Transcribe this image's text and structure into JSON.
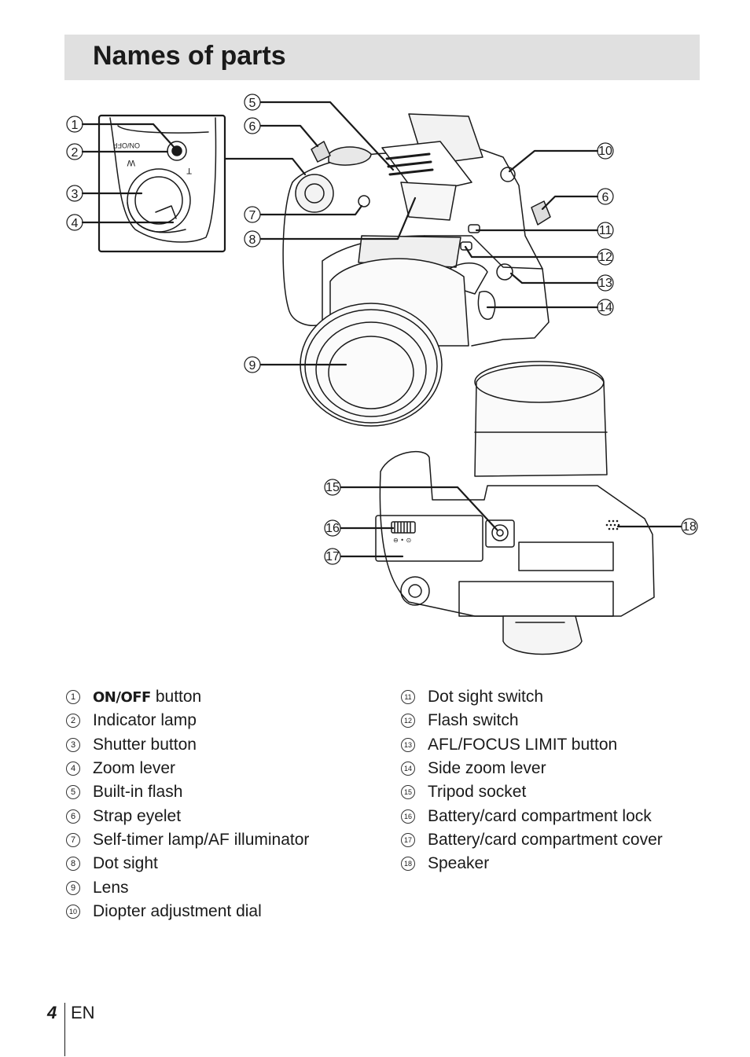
{
  "page": {
    "title": "Names of parts",
    "page_number": "4",
    "language": "EN"
  },
  "figure": {
    "callouts": [
      "1",
      "2",
      "3",
      "4",
      "5",
      "6",
      "7",
      "8",
      "9",
      "10",
      "6",
      "11",
      "12",
      "13",
      "14",
      "15",
      "16",
      "17",
      "18"
    ],
    "inset_text": {
      "onoff": "ON/OFF",
      "wide": "W",
      "tele": "T"
    },
    "lock_symbols": "⊖ • ⊙"
  },
  "legend": {
    "left": [
      {
        "num": "1",
        "prefix": "ON/OFF",
        "label": "button"
      },
      {
        "num": "2",
        "label": "Indicator lamp"
      },
      {
        "num": "3",
        "label": "Shutter button"
      },
      {
        "num": "4",
        "label": "Zoom lever"
      },
      {
        "num": "5",
        "label": "Built-in flash"
      },
      {
        "num": "6",
        "label": "Strap eyelet"
      },
      {
        "num": "7",
        "label": "Self-timer lamp/AF illuminator"
      },
      {
        "num": "8",
        "label": "Dot sight"
      },
      {
        "num": "9",
        "label": "Lens"
      },
      {
        "num": "10",
        "label": "Diopter adjustment dial"
      }
    ],
    "right": [
      {
        "num": "11",
        "label": "Dot sight switch"
      },
      {
        "num": "12",
        "label": "Flash switch"
      },
      {
        "num": "13",
        "label": "AFL/FOCUS LIMIT button"
      },
      {
        "num": "14",
        "label": "Side zoom lever"
      },
      {
        "num": "15",
        "label": "Tripod socket"
      },
      {
        "num": "16",
        "label": "Battery/card compartment lock"
      },
      {
        "num": "17",
        "label": "Battery/card compartment cover"
      },
      {
        "num": "18",
        "label": "Speaker"
      }
    ]
  }
}
